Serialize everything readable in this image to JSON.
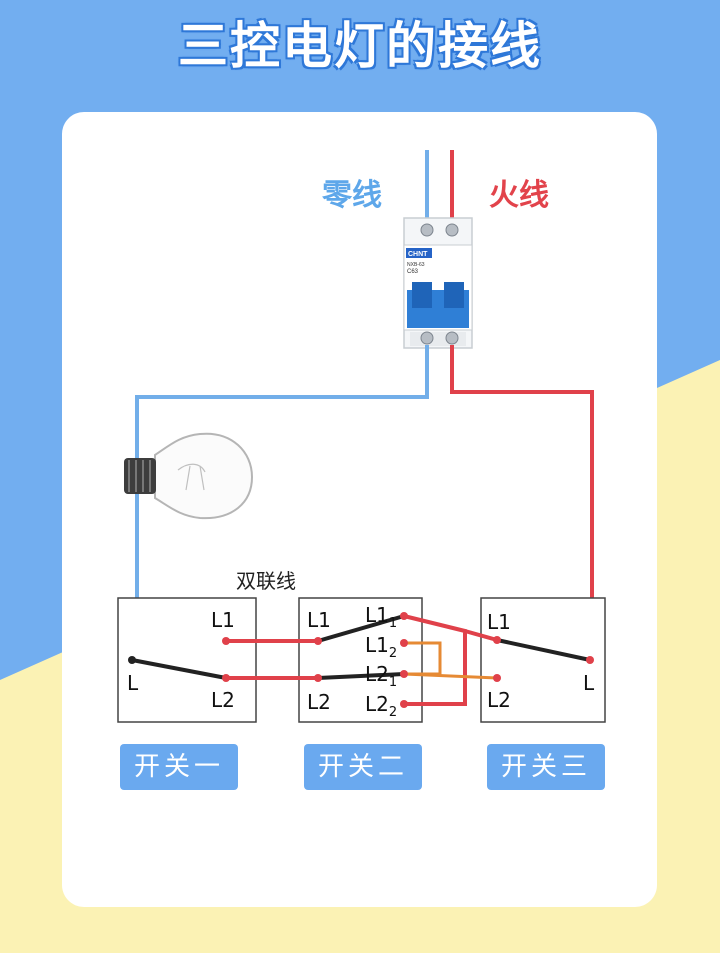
{
  "title": "三控电灯的接线",
  "labels": {
    "neutral": "零线",
    "live": "火线",
    "double_wire": "双联线"
  },
  "breaker": {
    "brand": "CHNT",
    "model": "NXB-63",
    "rating": "C63"
  },
  "switches": [
    {
      "name": "开关一",
      "terminals": [
        "L1",
        "L2",
        "L"
      ]
    },
    {
      "name": "开关二",
      "terminals": [
        "L1",
        "L2",
        "L1",
        "L1",
        "L2",
        "L2"
      ],
      "subscripts": [
        "1",
        "2",
        "1",
        "2"
      ]
    },
    {
      "name": "开关三",
      "terminals": [
        "L1",
        "L2",
        "L"
      ]
    }
  ],
  "colors": {
    "background_blue": "#72aef0",
    "background_yellow": "#fbf2b4",
    "neutral_wire": "#72aee9",
    "live_wire": "#e0414a",
    "link_wire": "#e68a34",
    "label_fill": "#6aa9ef"
  }
}
